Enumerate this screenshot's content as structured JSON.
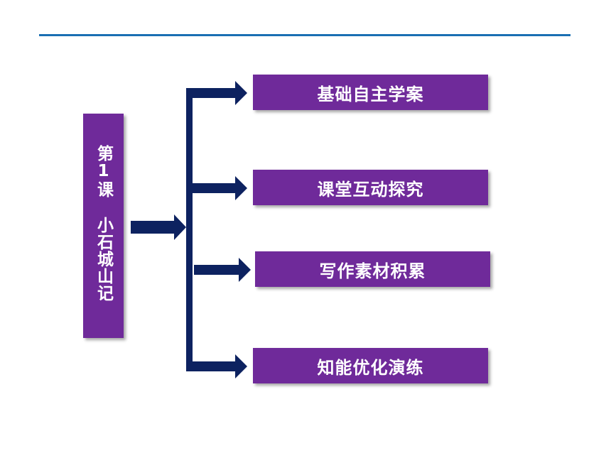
{
  "title": {
    "line1": "第1课",
    "line2": "小石城山记"
  },
  "sections": [
    {
      "label": "基础自主学案"
    },
    {
      "label": "课堂互动探究"
    },
    {
      "label": "写作素材积累"
    },
    {
      "label": "知能优化演练"
    }
  ],
  "colors": {
    "box_fill": "#6f2a9a",
    "arrow_fill": "#0d2260",
    "rule": "#1a6fb3"
  }
}
